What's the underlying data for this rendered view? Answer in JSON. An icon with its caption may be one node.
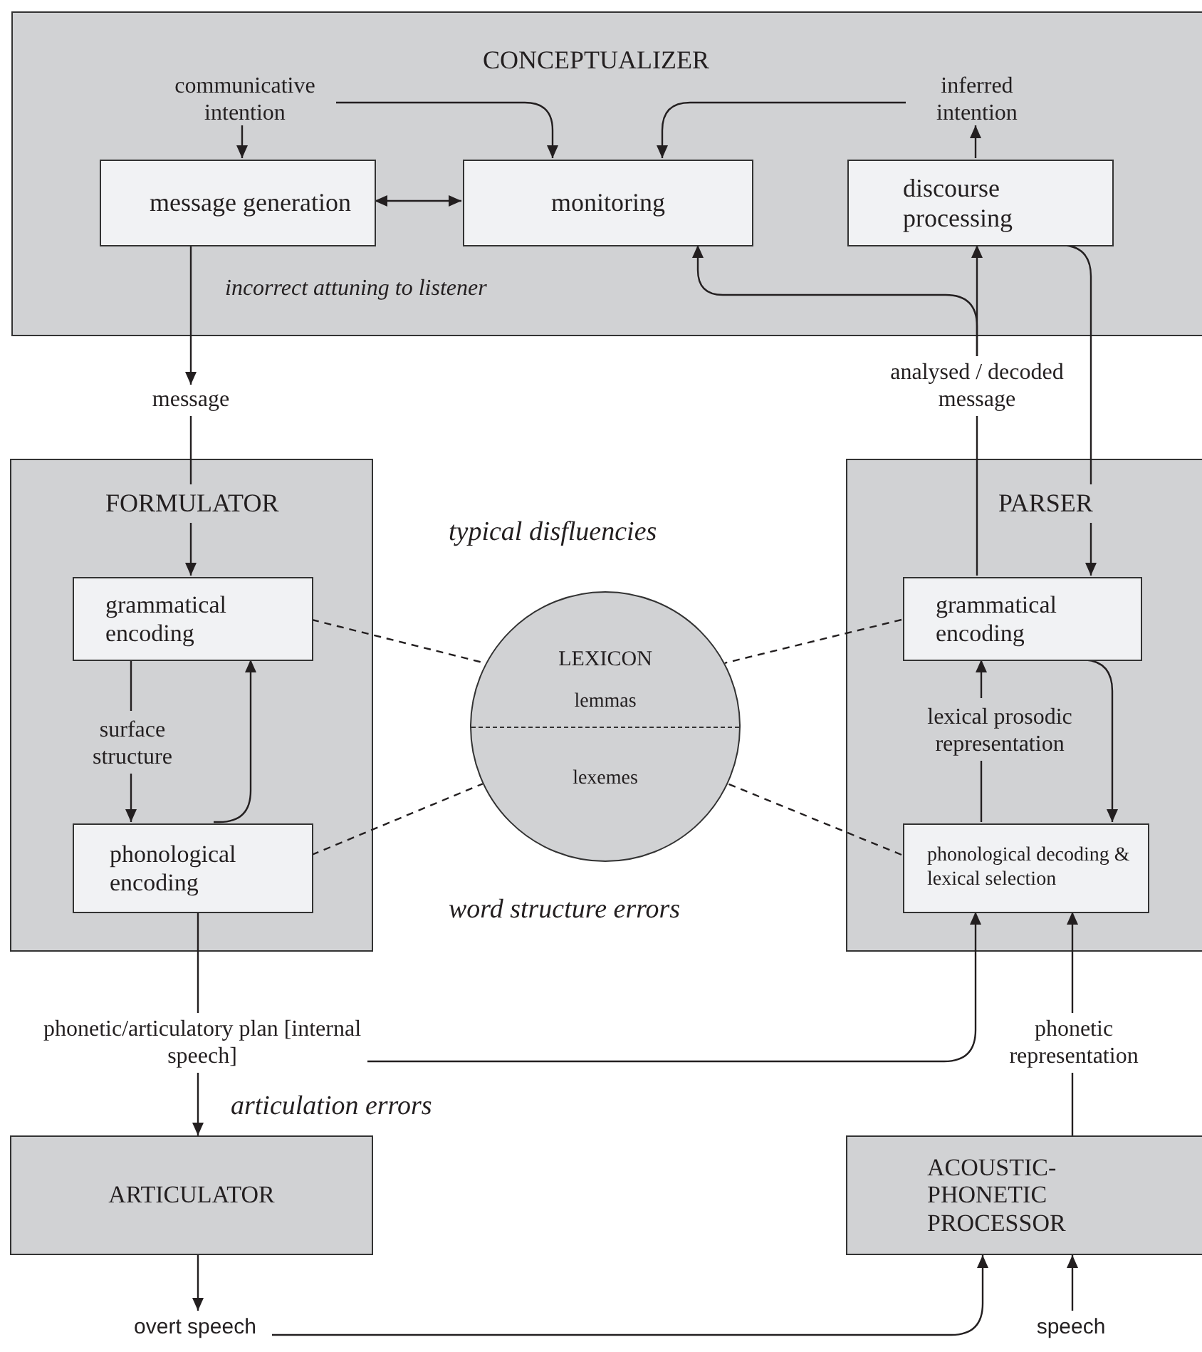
{
  "diagram": {
    "nodes": [
      {
        "text": [
          "CONCEPTUALIZER"
        ]
      },
      {
        "text": [
          "communicative intention"
        ],
        "in": 0
      },
      {
        "text": [
          "message generation"
        ],
        "in": 0
      },
      {
        "text": [
          "monitoring"
        ],
        "in": 0
      },
      {
        "text": [
          "inferred intention"
        ],
        "in": 0
      },
      {
        "text": [
          "discourse processing"
        ],
        "in": 0
      },
      {
        "text": [
          "message"
        ]
      },
      {
        "text": [
          "analysed / decoded message"
        ]
      },
      {
        "text": [
          "FORMULATOR"
        ]
      },
      {
        "text": [
          "grammatical encoding"
        ],
        "in": 8
      },
      {
        "text": [
          "surface structure"
        ],
        "in": 8
      },
      {
        "text": [
          "phonological encoding"
        ],
        "in": 8
      },
      {
        "text": [
          "LEXICON",
          "lemmas",
          "lexemes"
        ]
      },
      {
        "text": [
          "PARSER"
        ]
      },
      {
        "text": [
          "grammatical encoding"
        ],
        "in": 13
      },
      {
        "text": [
          "lexical prosodic representation"
        ],
        "in": 13
      },
      {
        "text": [
          "phonological decoding & lexical selection"
        ],
        "in": 13
      },
      {
        "text": [
          "phonetic/articulatory plan [internal speech]"
        ]
      },
      {
        "text": [
          "phonetic representation"
        ]
      },
      {
        "text": [
          "ARTICULATOR"
        ]
      },
      {
        "text": [
          "ACOUSTIC-PHONETIC PROCESSOR"
        ]
      },
      {
        "text": [
          "overt speech"
        ]
      },
      {
        "text": [
          "speech"
        ]
      }
    ],
    "edges": [
      {
        "from": 1,
        "to": 2,
        "arrow": "to"
      },
      {
        "from": 1,
        "to": 3,
        "arrow": "to"
      },
      {
        "from": 4,
        "to": 3,
        "arrow": "to"
      },
      {
        "from": 5,
        "to": 4,
        "arrow": "to"
      },
      {
        "from": 2,
        "to": 3,
        "arrow": "both"
      },
      {
        "from": 2,
        "to": 6,
        "arrow": "to"
      },
      {
        "from": 6,
        "to": 9,
        "arrow": "to"
      },
      {
        "from": 7,
        "to": 5,
        "arrow": "to"
      },
      {
        "from": 7,
        "to": 3,
        "arrow": "to"
      },
      {
        "from": 14,
        "to": 7,
        "arrow": "none"
      },
      {
        "from": 5,
        "to": 14,
        "arrow": "to"
      },
      {
        "from": 9,
        "to": 10,
        "arrow": "none"
      },
      {
        "from": 10,
        "to": 11,
        "arrow": "to"
      },
      {
        "from": 11,
        "to": 9,
        "arrow": "to"
      },
      {
        "from": 9,
        "to": 12,
        "arrow": "none",
        "style": "dashed"
      },
      {
        "from": 11,
        "to": 12,
        "arrow": "none",
        "style": "dashed"
      },
      {
        "from": 14,
        "to": 12,
        "arrow": "none",
        "style": "dashed"
      },
      {
        "from": 16,
        "to": 12,
        "arrow": "none",
        "style": "dashed"
      },
      {
        "from": 16,
        "to": 15,
        "arrow": "none"
      },
      {
        "from": 15,
        "to": 14,
        "arrow": "to"
      },
      {
        "from": 14,
        "to": 16,
        "arrow": "to"
      },
      {
        "from": 11,
        "to": 17,
        "arrow": "none"
      },
      {
        "from": 17,
        "to": 19,
        "arrow": "to"
      },
      {
        "from": 17,
        "to": 16,
        "arrow": "to"
      },
      {
        "from": 20,
        "to": 18,
        "arrow": "none"
      },
      {
        "from": 18,
        "to": 16,
        "arrow": "to"
      },
      {
        "from": 19,
        "to": 21,
        "arrow": "to"
      },
      {
        "from": 21,
        "to": 20,
        "arrow": "to"
      },
      {
        "from": 22,
        "to": 20,
        "arrow": "to"
      }
    ],
    "labels": [
      "incorrect attuning to listener",
      "typical disfluencies",
      "word structure errors",
      "articulation errors"
    ]
  }
}
